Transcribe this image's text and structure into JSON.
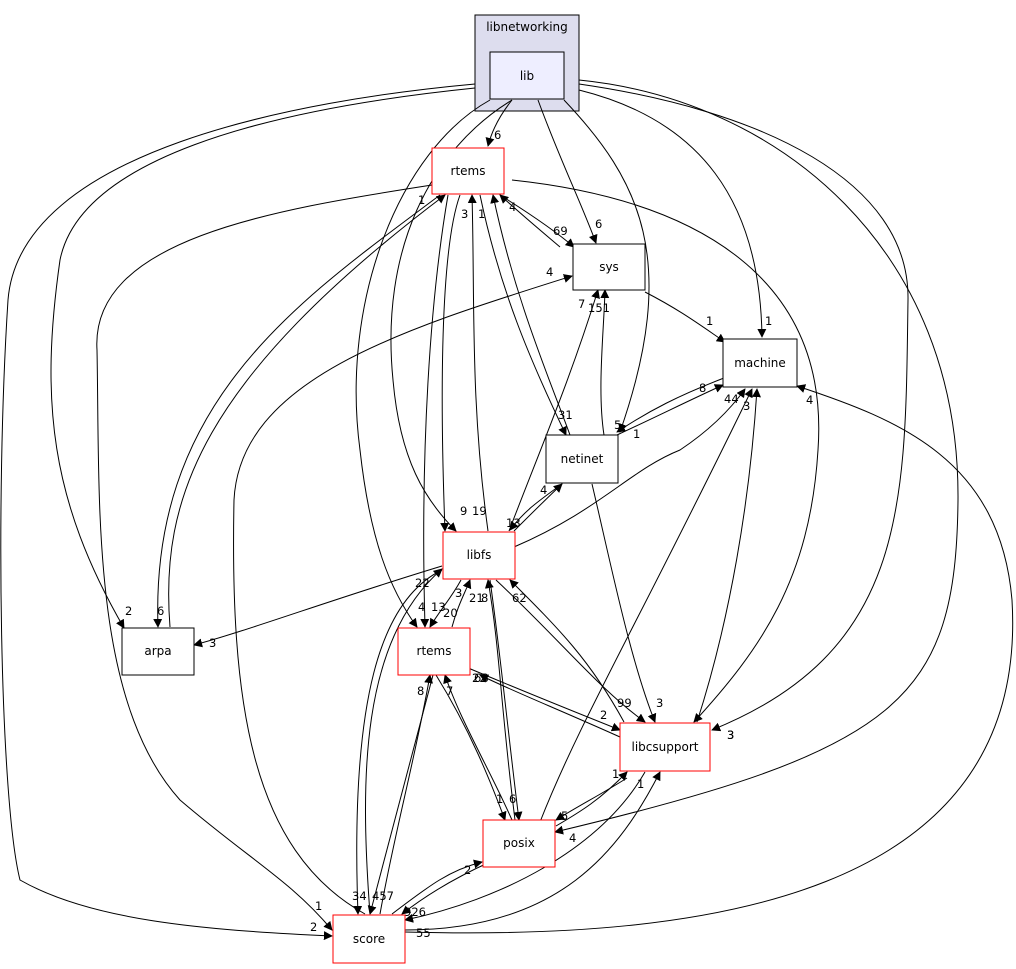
{
  "cluster": {
    "label": "libnetworking"
  },
  "nodes": {
    "lib": "lib",
    "rtems_top": "rtems",
    "sys": "sys",
    "machine": "machine",
    "netinet": "netinet",
    "libfs": "libfs",
    "arpa": "arpa",
    "rtems_mid": "rtems",
    "libcsupport": "libcsupport",
    "posix": "posix",
    "score": "score"
  },
  "edge_labels": [
    "6",
    "6",
    "9",
    "19",
    "2",
    "6",
    "1",
    "1",
    "5",
    "22",
    "3",
    "1",
    "2",
    "3",
    "4",
    "69",
    "1",
    "3",
    "1",
    "4",
    "7",
    "151",
    "31",
    "1",
    "8",
    "44",
    "3",
    "4",
    "4",
    "13",
    "4",
    "13",
    "3",
    "20",
    "21",
    "8",
    "62",
    "22",
    "68",
    "99",
    "2",
    "8",
    "7",
    "1",
    "6",
    "3",
    "1",
    "5",
    "2",
    "1",
    "34",
    "457",
    "926",
    "55",
    "4",
    "3"
  ],
  "colors": {
    "cluster_fill": "#ddddee",
    "lib_fill": "#eeeeff",
    "red_border": "#ff0000"
  }
}
